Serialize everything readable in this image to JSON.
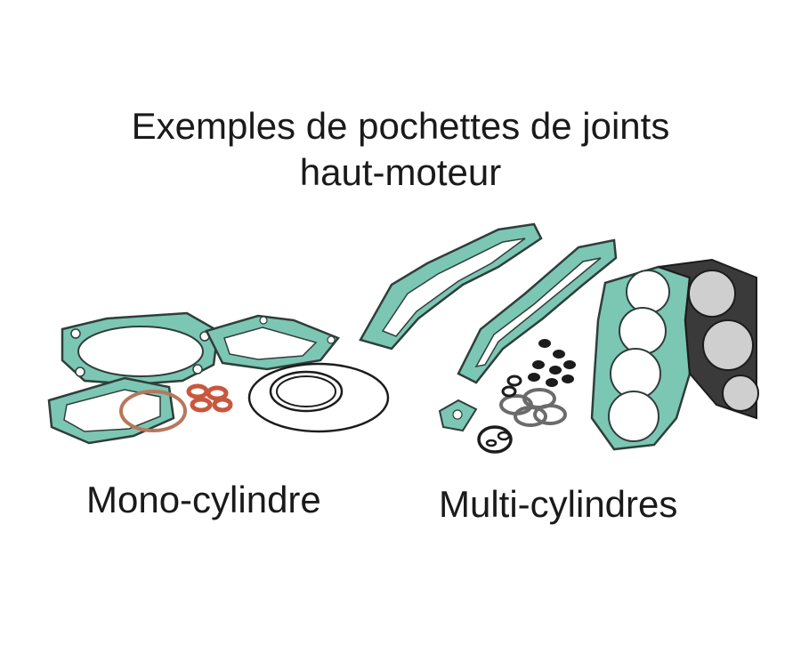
{
  "heading": {
    "line1": "Exemples de pochettes de joints",
    "line2": "haut-moteur"
  },
  "labels": {
    "mono": "Mono-cylindre",
    "multi": "Multi-cylindres"
  },
  "colors": {
    "gasket_green": "#6fbfae",
    "gasket_edge": "#2f3e3a",
    "oring_red": "#c8573d",
    "oring_black": "#1c1c1c",
    "steel": "#6b6b6b",
    "text": "#1a1a1a"
  }
}
